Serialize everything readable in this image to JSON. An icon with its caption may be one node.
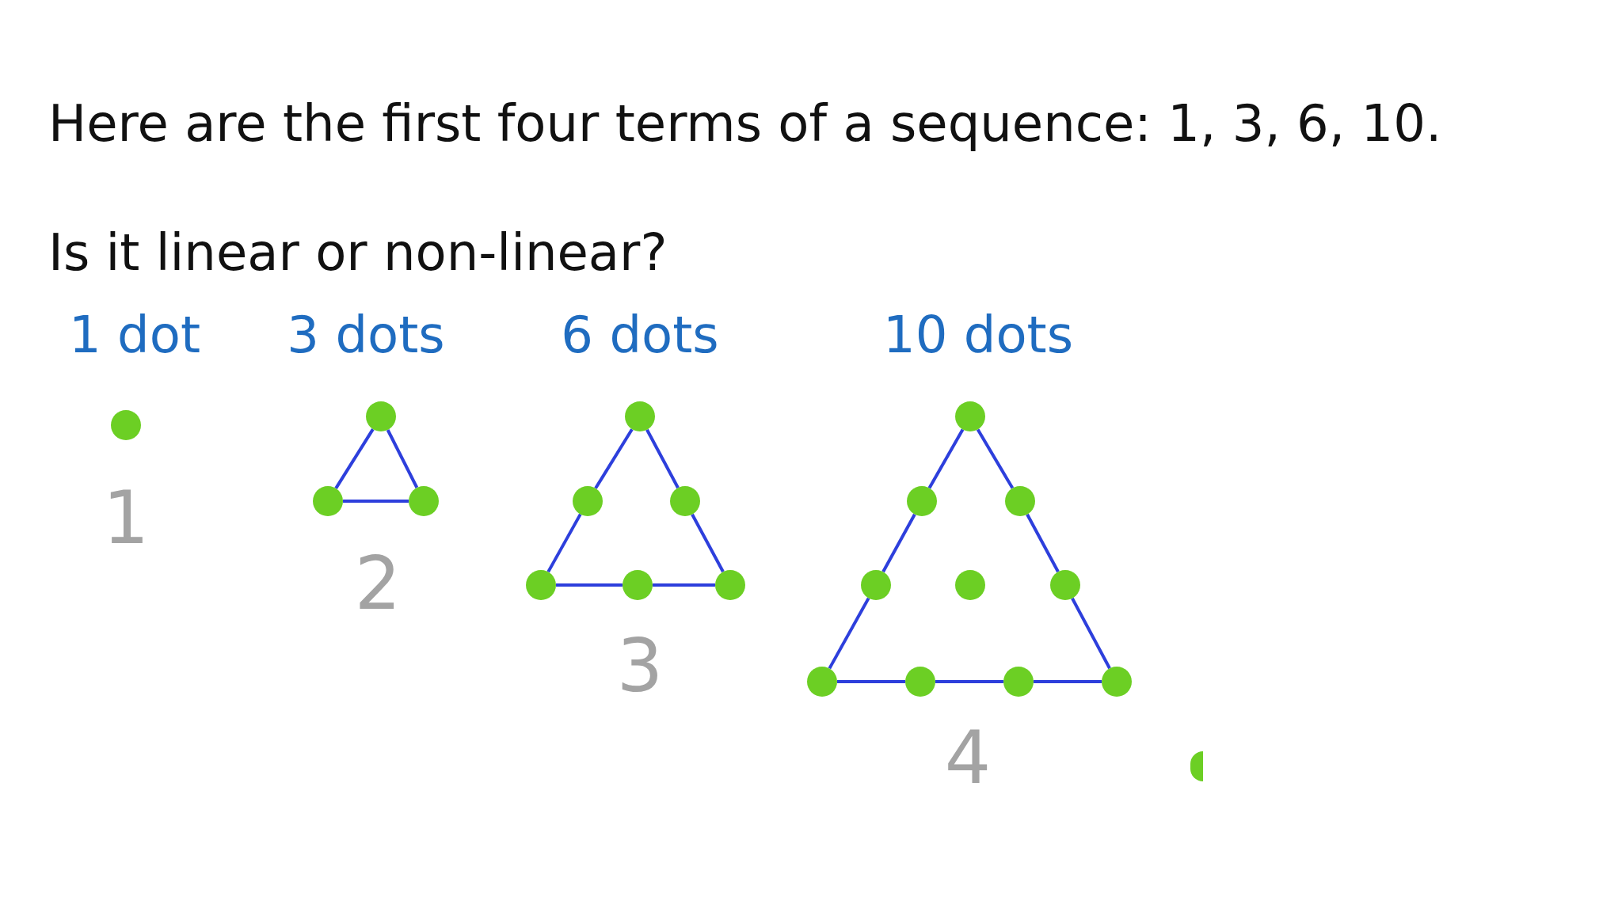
{
  "diagram": {
    "title": "Here are the first four terms of a sequence: 1, 3, 6, 10.",
    "nodes": [
      {
        "text": [],
        "shape": "circle"
      },
      {
        "text": [],
        "shape": "circle"
      },
      {
        "text": [],
        "shape": "circle"
      },
      {
        "text": [],
        "shape": "circle"
      },
      {
        "text": [],
        "shape": "circle"
      },
      {
        "text": [],
        "shape": "circle"
      },
      {
        "text": [],
        "shape": "circle"
      },
      {
        "text": [],
        "shape": "circle"
      },
      {
        "text": [],
        "shape": "circle"
      },
      {
        "text": [],
        "shape": "circle"
      },
      {
        "text": [],
        "shape": "circle"
      },
      {
        "text": [],
        "shape": "circle"
      },
      {
        "text": [],
        "shape": "circle"
      },
      {
        "text": [],
        "shape": "circle"
      },
      {
        "text": [],
        "shape": "circle"
      },
      {
        "text": [],
        "shape": "circle"
      },
      {
        "text": [],
        "shape": "circle"
      },
      {
        "text": [],
        "shape": "circle"
      },
      {
        "text": [],
        "shape": "circle"
      },
      {
        "text": [],
        "shape": "circle"
      },
      {
        "text": [],
        "shape": "circle"
      }
    ],
    "edges": [
      {
        "from": 1,
        "to": 2,
        "arrow": "none"
      },
      {
        "from": 1,
        "to": 3,
        "arrow": "none"
      },
      {
        "from": 2,
        "to": 3,
        "arrow": "none"
      },
      {
        "from": 4,
        "to": 5,
        "arrow": "none"
      },
      {
        "from": 5,
        "to": 7,
        "arrow": "none"
      },
      {
        "from": 4,
        "to": 6,
        "arrow": "none"
      },
      {
        "from": 6,
        "to": 9,
        "arrow": "none"
      },
      {
        "from": 7,
        "to": 8,
        "arrow": "none"
      },
      {
        "from": 8,
        "to": 9,
        "arrow": "none"
      },
      {
        "from": 10,
        "to": 11,
        "arrow": "none"
      },
      {
        "from": 11,
        "to": 13,
        "arrow": "none"
      },
      {
        "from": 13,
        "to": 16,
        "arrow": "none"
      },
      {
        "from": 10,
        "to": 12,
        "arrow": "none"
      },
      {
        "from": 12,
        "to": 15,
        "arrow": "none"
      },
      {
        "from": 15,
        "to": 19,
        "arrow": "none"
      },
      {
        "from": 16,
        "to": 17,
        "arrow": "none"
      },
      {
        "from": 17,
        "to": 18,
        "arrow": "none"
      },
      {
        "from": 18,
        "to": 19,
        "arrow": "none"
      }
    ],
    "labels": [
      "Is it linear or non-linear?",
      "1 dot",
      "3 dots",
      "6 dots",
      "10 dots",
      "1",
      "2",
      "3",
      "4"
    ]
  }
}
